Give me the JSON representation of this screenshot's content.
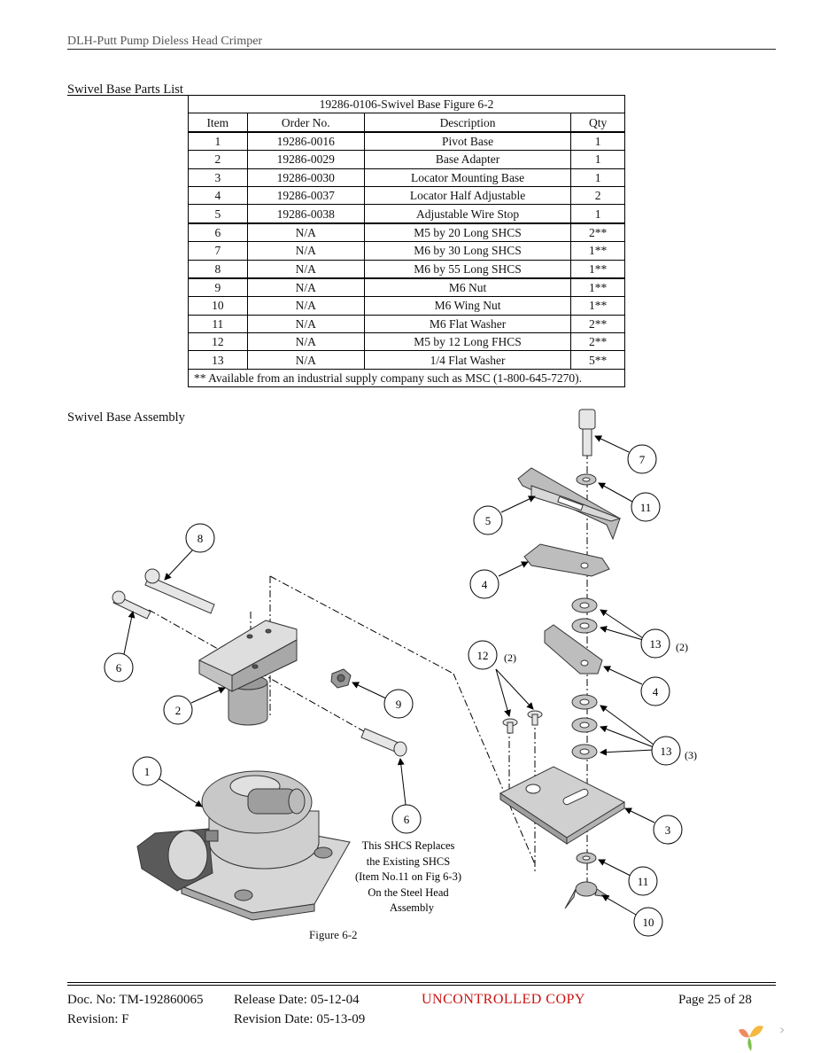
{
  "header": {
    "title": "DLH-Putt Pump Dieless Head Crimper"
  },
  "parts_section": {
    "title": "Swivel Base Parts List"
  },
  "parts_table": {
    "caption": "19286-0106-Swivel Base Figure 6-2",
    "columns": [
      "Item",
      "Order No.",
      "Description",
      "Qty"
    ],
    "rows": [
      [
        "1",
        "19286-0016",
        "Pivot Base",
        "1"
      ],
      [
        "2",
        "19286-0029",
        "Base Adapter",
        "1"
      ],
      [
        "3",
        "19286-0030",
        "Locator Mounting Base",
        "1"
      ],
      [
        "4",
        "19286-0037",
        "Locator Half Adjustable",
        "2"
      ],
      [
        "5",
        "19286-0038",
        "Adjustable Wire Stop",
        "1"
      ],
      [
        "6",
        "N/A",
        "M5 by 20 Long SHCS",
        "2**"
      ],
      [
        "7",
        "N/A",
        "M6 by 30 Long SHCS",
        "1**"
      ],
      [
        "8",
        "N/A",
        "M6 by 55 Long SHCS",
        "1**"
      ],
      [
        "9",
        "N/A",
        "M6 Nut",
        "1**"
      ],
      [
        "10",
        "N/A",
        "M6 Wing Nut",
        "1**"
      ],
      [
        "11",
        "N/A",
        "M6 Flat Washer",
        "2**"
      ],
      [
        "12",
        "N/A",
        "M5 by 12 Long FHCS",
        "2**"
      ],
      [
        "13",
        "N/A",
        "1/4 Flat Washer",
        "5**"
      ]
    ],
    "note": "** Available from an industrial supply company such as MSC (1-800-645-7270)."
  },
  "assembly_section": {
    "title": "Swivel Base Assembly"
  },
  "figure": {
    "callouts": {
      "c1": "1",
      "c2": "2",
      "c3": "3",
      "c4a": "4",
      "c4b": "4",
      "c5": "5",
      "c6a": "6",
      "c6b": "6",
      "c7": "7",
      "c8": "8",
      "c9": "9",
      "c10": "10",
      "c11a": "11",
      "c11b": "11",
      "c12": "12",
      "c13a": "13",
      "c13b": "13"
    },
    "qty_notes": {
      "q12": "(2)",
      "q13a": "(2)",
      "q13b": "(3)"
    },
    "note_lines": [
      "This SHCS Replaces",
      "the Existing SHCS",
      "(Item No.11 on Fig 6-3)",
      "On the Steel Head",
      "Assembly"
    ],
    "caption": "Figure 6-2"
  },
  "footer": {
    "doc_no": "Doc. No: TM-192860065",
    "release_date": "Release Date: 05-12-04",
    "status": "UNCONTROLLED COPY",
    "page": "Page 25 of 28",
    "revision": "Revision: F",
    "revision_date": "Revision Date: 05-13-09"
  },
  "colors": {
    "status_red": "#cc1111",
    "part_gray": "#c8c8c8"
  }
}
